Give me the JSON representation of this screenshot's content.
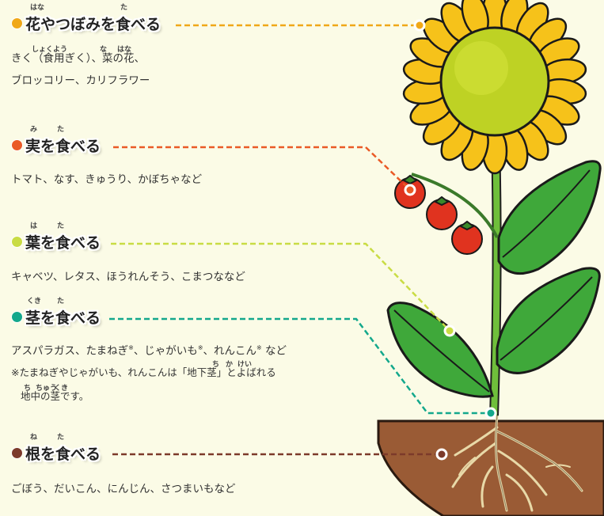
{
  "colors": {
    "flower": "#f0a818",
    "fruit": "#ea5a26",
    "leaf": "#c9dc44",
    "stem": "#14a88c",
    "root": "#7c3a2a"
  },
  "sections": [
    {
      "title": "花やつぼみを食べる",
      "ruby": [
        "はな",
        "た"
      ],
      "lines": [
        "きく（食用ぎく）、菜の花、",
        "ブロッコリー、カリフラワー"
      ],
      "line_ruby": [
        "しょくよう",
        "な",
        "はな"
      ]
    },
    {
      "title": "実を食べる",
      "ruby": [
        "み",
        "た"
      ],
      "lines": [
        "トマト、なす、きゅうり、かぼちゃなど"
      ]
    },
    {
      "title": "葉を食べる",
      "ruby": [
        "は",
        "た"
      ],
      "lines": [
        "キャベツ、レタス、ほうれんそう、こまつななど"
      ]
    },
    {
      "title": "茎を食べる",
      "ruby": [
        "くき",
        "た"
      ],
      "lines": [
        "アスパラガス、たまねぎ",
        "、じゃがいも",
        "、れんこん",
        " など"
      ],
      "mark": "※",
      "note_lines": [
        "※たまねぎやじゃがいも、れんこんは「地下茎」とよばれる",
        "地中の茎です。"
      ],
      "note_ruby": [
        "ち",
        "か",
        "けい",
        "ち",
        "ちゅう",
        "くき"
      ]
    },
    {
      "title": "根を食べる",
      "ruby": [
        "ね",
        "た"
      ],
      "lines": [
        "ごぼう、だいこん、にんじん、さつまいもなど"
      ]
    }
  ]
}
